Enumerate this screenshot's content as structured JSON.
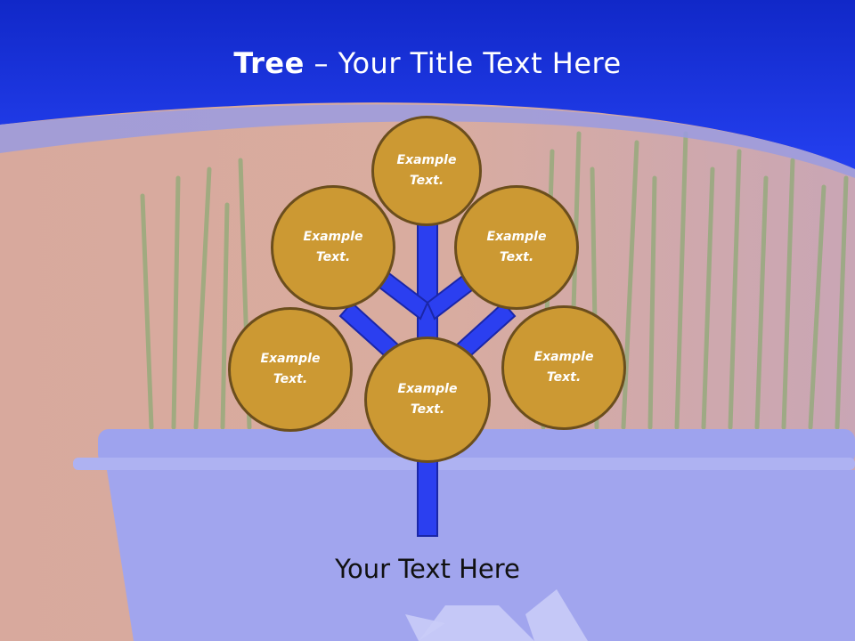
{
  "title": {
    "bold": "Tree",
    "separator": " – ",
    "rest": "Your Title Text Here"
  },
  "nodes": [
    {
      "id": "top",
      "text": "Example Text."
    },
    {
      "id": "upper-left",
      "text": "Example Text."
    },
    {
      "id": "upper-right",
      "text": "Example Text."
    },
    {
      "id": "lower-left",
      "text": "Example Text."
    },
    {
      "id": "center",
      "text": "Example Text."
    },
    {
      "id": "lower-right",
      "text": "Example Text."
    }
  ],
  "caption": "Your Text Here",
  "colors": {
    "header_blue": "#1a2fd6",
    "node_fill": "#cc9933",
    "node_border": "#6b4e1d",
    "trunk_blue": "#2b3ff0"
  }
}
